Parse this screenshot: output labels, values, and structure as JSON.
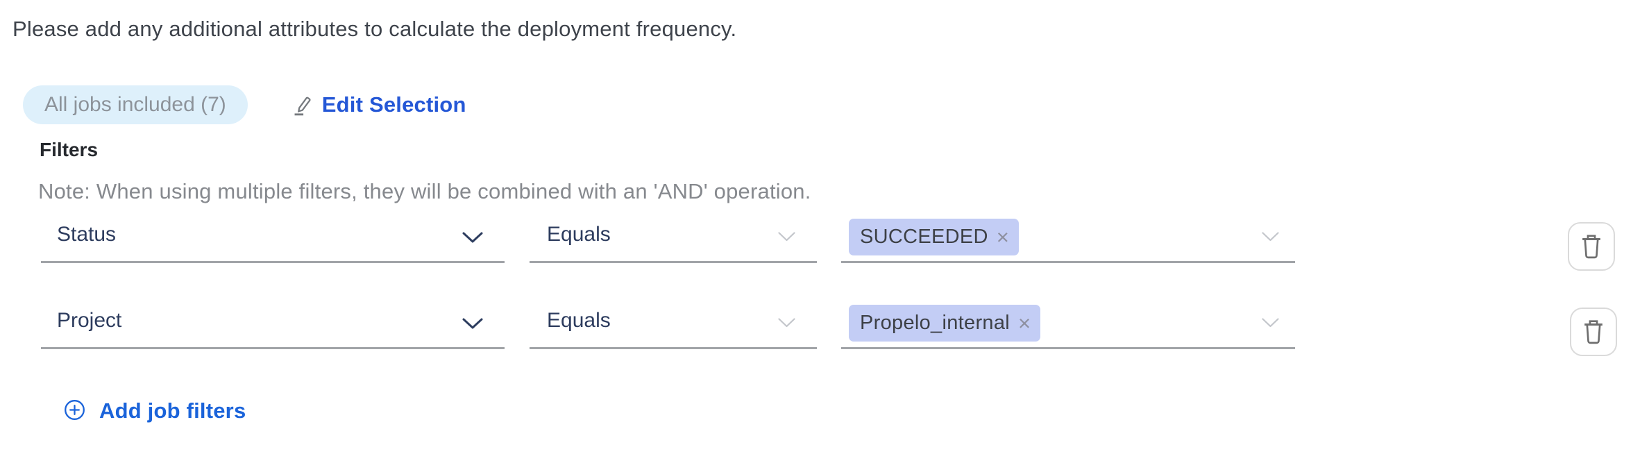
{
  "header": {
    "instruction": "Please add any additional attributes to calculate the deployment frequency."
  },
  "jobs_summary": {
    "badge_label": "All jobs included (7)",
    "edit_link": "Edit Selection"
  },
  "filters": {
    "heading": "Filters",
    "note": "Note: When using multiple filters, they will be combined with an 'AND' operation.",
    "rows": [
      {
        "attribute": "Status",
        "operator": "Equals",
        "values": [
          "SUCCEEDED"
        ]
      },
      {
        "attribute": "Project",
        "operator": "Equals",
        "values": [
          "Propelo_internal"
        ]
      }
    ],
    "add_link": "Add job filters"
  },
  "icons": {
    "edit": "pencil-underline-icon",
    "add": "plus-circle-icon",
    "delete": "trash-icon",
    "dropdown": "chevron-down-icon",
    "remove_glyph": "×"
  },
  "colors": {
    "link_blue": "#2457D6",
    "add_blue": "#1A63DA",
    "badge_bg": "#DEF0FB",
    "badge_text": "#8D939A",
    "tag_bg": "#C3CDF5",
    "field_text": "#2D3C5E",
    "underline": "#A1A4A8"
  }
}
